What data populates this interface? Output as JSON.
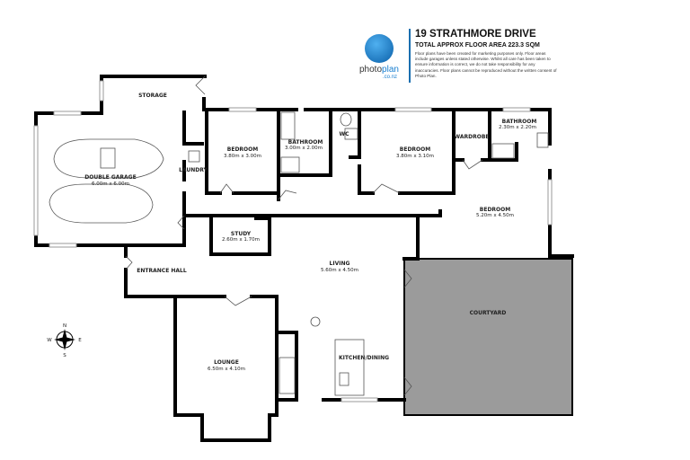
{
  "header": {
    "logo_brand_a": "photo",
    "logo_brand_b": "plan",
    "logo_domain": ".co.nz",
    "title": "19 STRATHMORE DRIVE",
    "floor_area": "TOTAL APPROX FLOOR AREA 223.3 SQM",
    "disclaimer": "Floor plans have been created for marketing purposes only. Floor areas include garages unless stated otherwise. Whilst all care has been taken to ensure information is correct, we do not take responsibility for any inaccuracies. Floor plans cannot be reproduced without the written consent of Photo Plan."
  },
  "rooms": {
    "storage": {
      "name": "STORAGE"
    },
    "garage": {
      "name": "DOUBLE GARAGE",
      "dims": "6.00m  x 6.00m"
    },
    "laundry": {
      "name": "LAUNDRY"
    },
    "bedroom1": {
      "name": "BEDROOM",
      "dims": "3.80m  x 3.00m"
    },
    "bathroom1": {
      "name": "BATHROOM",
      "dims": "3.00m  x 2.00m"
    },
    "wc": {
      "name": "WC"
    },
    "bedroom2": {
      "name": "BEDROOM",
      "dims": "3.80m  x 3.10m"
    },
    "wardrobe": {
      "name": "WARDROBE"
    },
    "bathroom2": {
      "name": "BATHROOM",
      "dims": "2.30m  x 2.20m"
    },
    "bedroom3": {
      "name": "BEDROOM",
      "dims": "5.20m  x 4.50m"
    },
    "study": {
      "name": "STUDY",
      "dims": "2.60m  x 1.70m"
    },
    "entrance": {
      "name": "ENTRANCE HALL"
    },
    "living": {
      "name": "LIVING",
      "dims": "5.60m  x 4.50m"
    },
    "courtyard": {
      "name": "COURTYARD"
    },
    "kitchen": {
      "name": "KITCHEN/DINING"
    },
    "lounge": {
      "name": "LOUNGE",
      "dims": "6.50m  x 4.10m"
    }
  },
  "compass": {
    "n": "N",
    "s": "S",
    "e": "E",
    "w": "W"
  },
  "colors": {
    "courtyard": "#9b9b9b",
    "brand": "#1a7fd0"
  }
}
